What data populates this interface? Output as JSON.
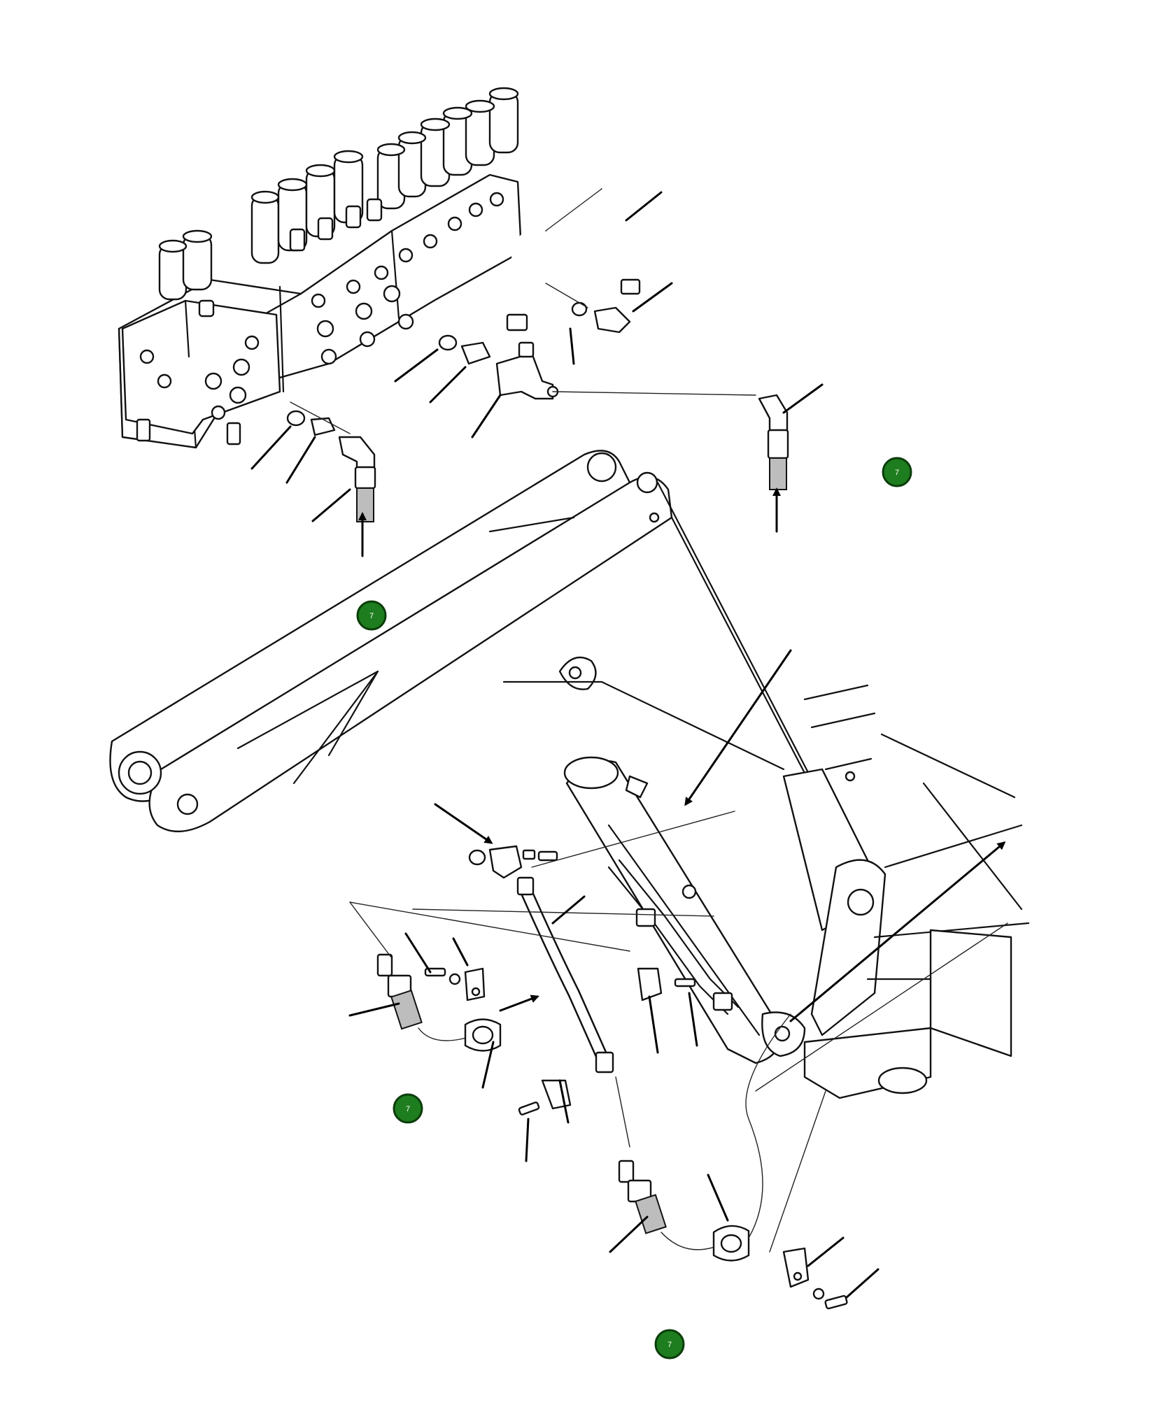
{
  "colors": {
    "line": "#111111",
    "background": "#ffffff",
    "marker_fill": "#1e7d1e",
    "marker_stroke": "#0b3d0b",
    "marker_text": "#ffffff"
  },
  "markers": [
    {
      "label": "7"
    },
    {
      "label": "7"
    },
    {
      "label": "7"
    },
    {
      "label": "7"
    }
  ]
}
